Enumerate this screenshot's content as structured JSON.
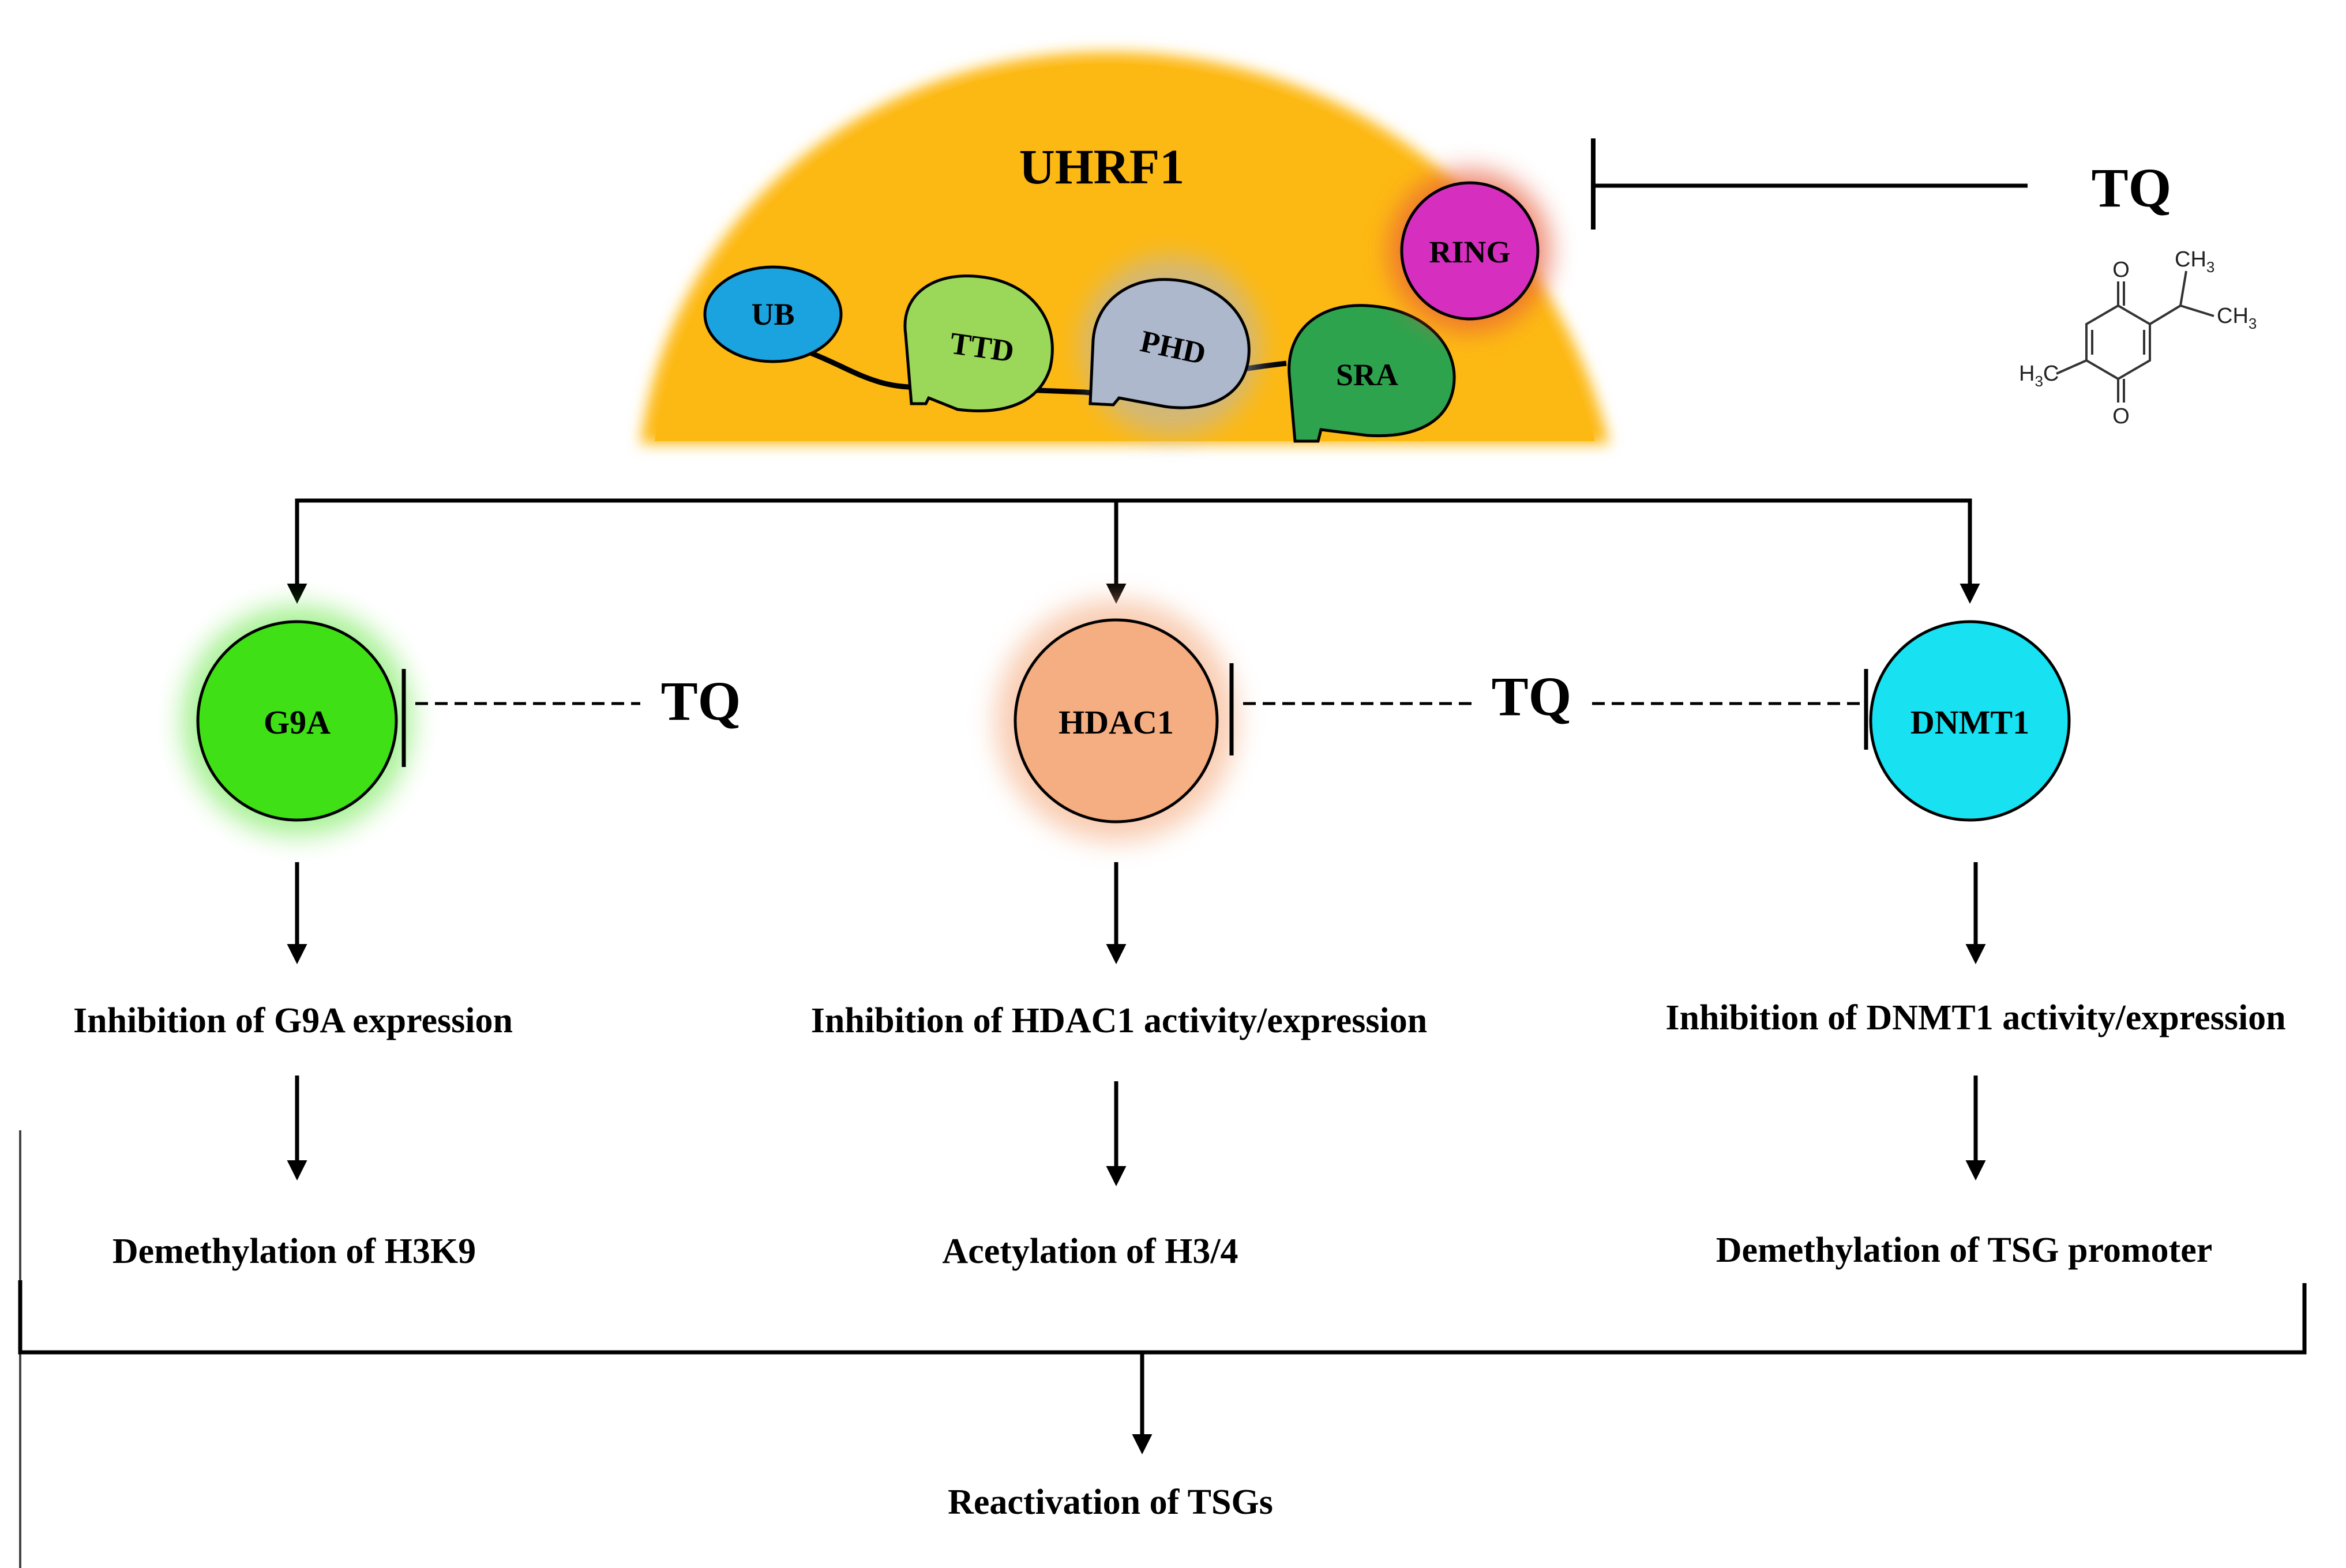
{
  "uhrf1": {
    "title": "UHRF1",
    "domains": {
      "ub": "UB",
      "ttd": "TTD",
      "phd": "PHD",
      "sra": "SRA",
      "ring": "RING"
    }
  },
  "inhibitor": {
    "top_label": "TQ",
    "mid_label_left": "TQ",
    "mid_label_center": "TQ",
    "structure": {
      "atom_o_top": "O",
      "atom_o_bottom": "O",
      "ch3_a": "CH",
      "ch3_a_sub": "3",
      "ch3_b": "CH",
      "ch3_b_sub": "3",
      "h3c": "H",
      "h3c_sub": "3",
      "h3c_c": "C"
    }
  },
  "targets": {
    "g9a": "G9A",
    "hdac1": "HDAC1",
    "dnmt1": "DNMT1"
  },
  "effects": {
    "g9a_inhibition": "Inhibition of G9A expression",
    "hdac1_inhibition": "Inhibition of HDAC1 activity/expression",
    "dnmt1_inhibition": "Inhibition of DNMT1 activity/expression",
    "g9a_outcome": "Demethylation of H3K9",
    "hdac1_outcome": "Acetylation of H3/4",
    "dnmt1_outcome": "Demethylation of  TSG promoter"
  },
  "final": "Reactivation of TSGs",
  "colors": {
    "uhrf1_body": "#FDB913",
    "ub": "#1BA3E0",
    "ttd": "#9BD85A",
    "phd": "#AEB8CC",
    "sra": "#2EA34E",
    "ring": "#D62FC0",
    "g9a": "#3FE016",
    "hdac1": "#F5AD82",
    "dnmt1": "#18E2F2"
  }
}
